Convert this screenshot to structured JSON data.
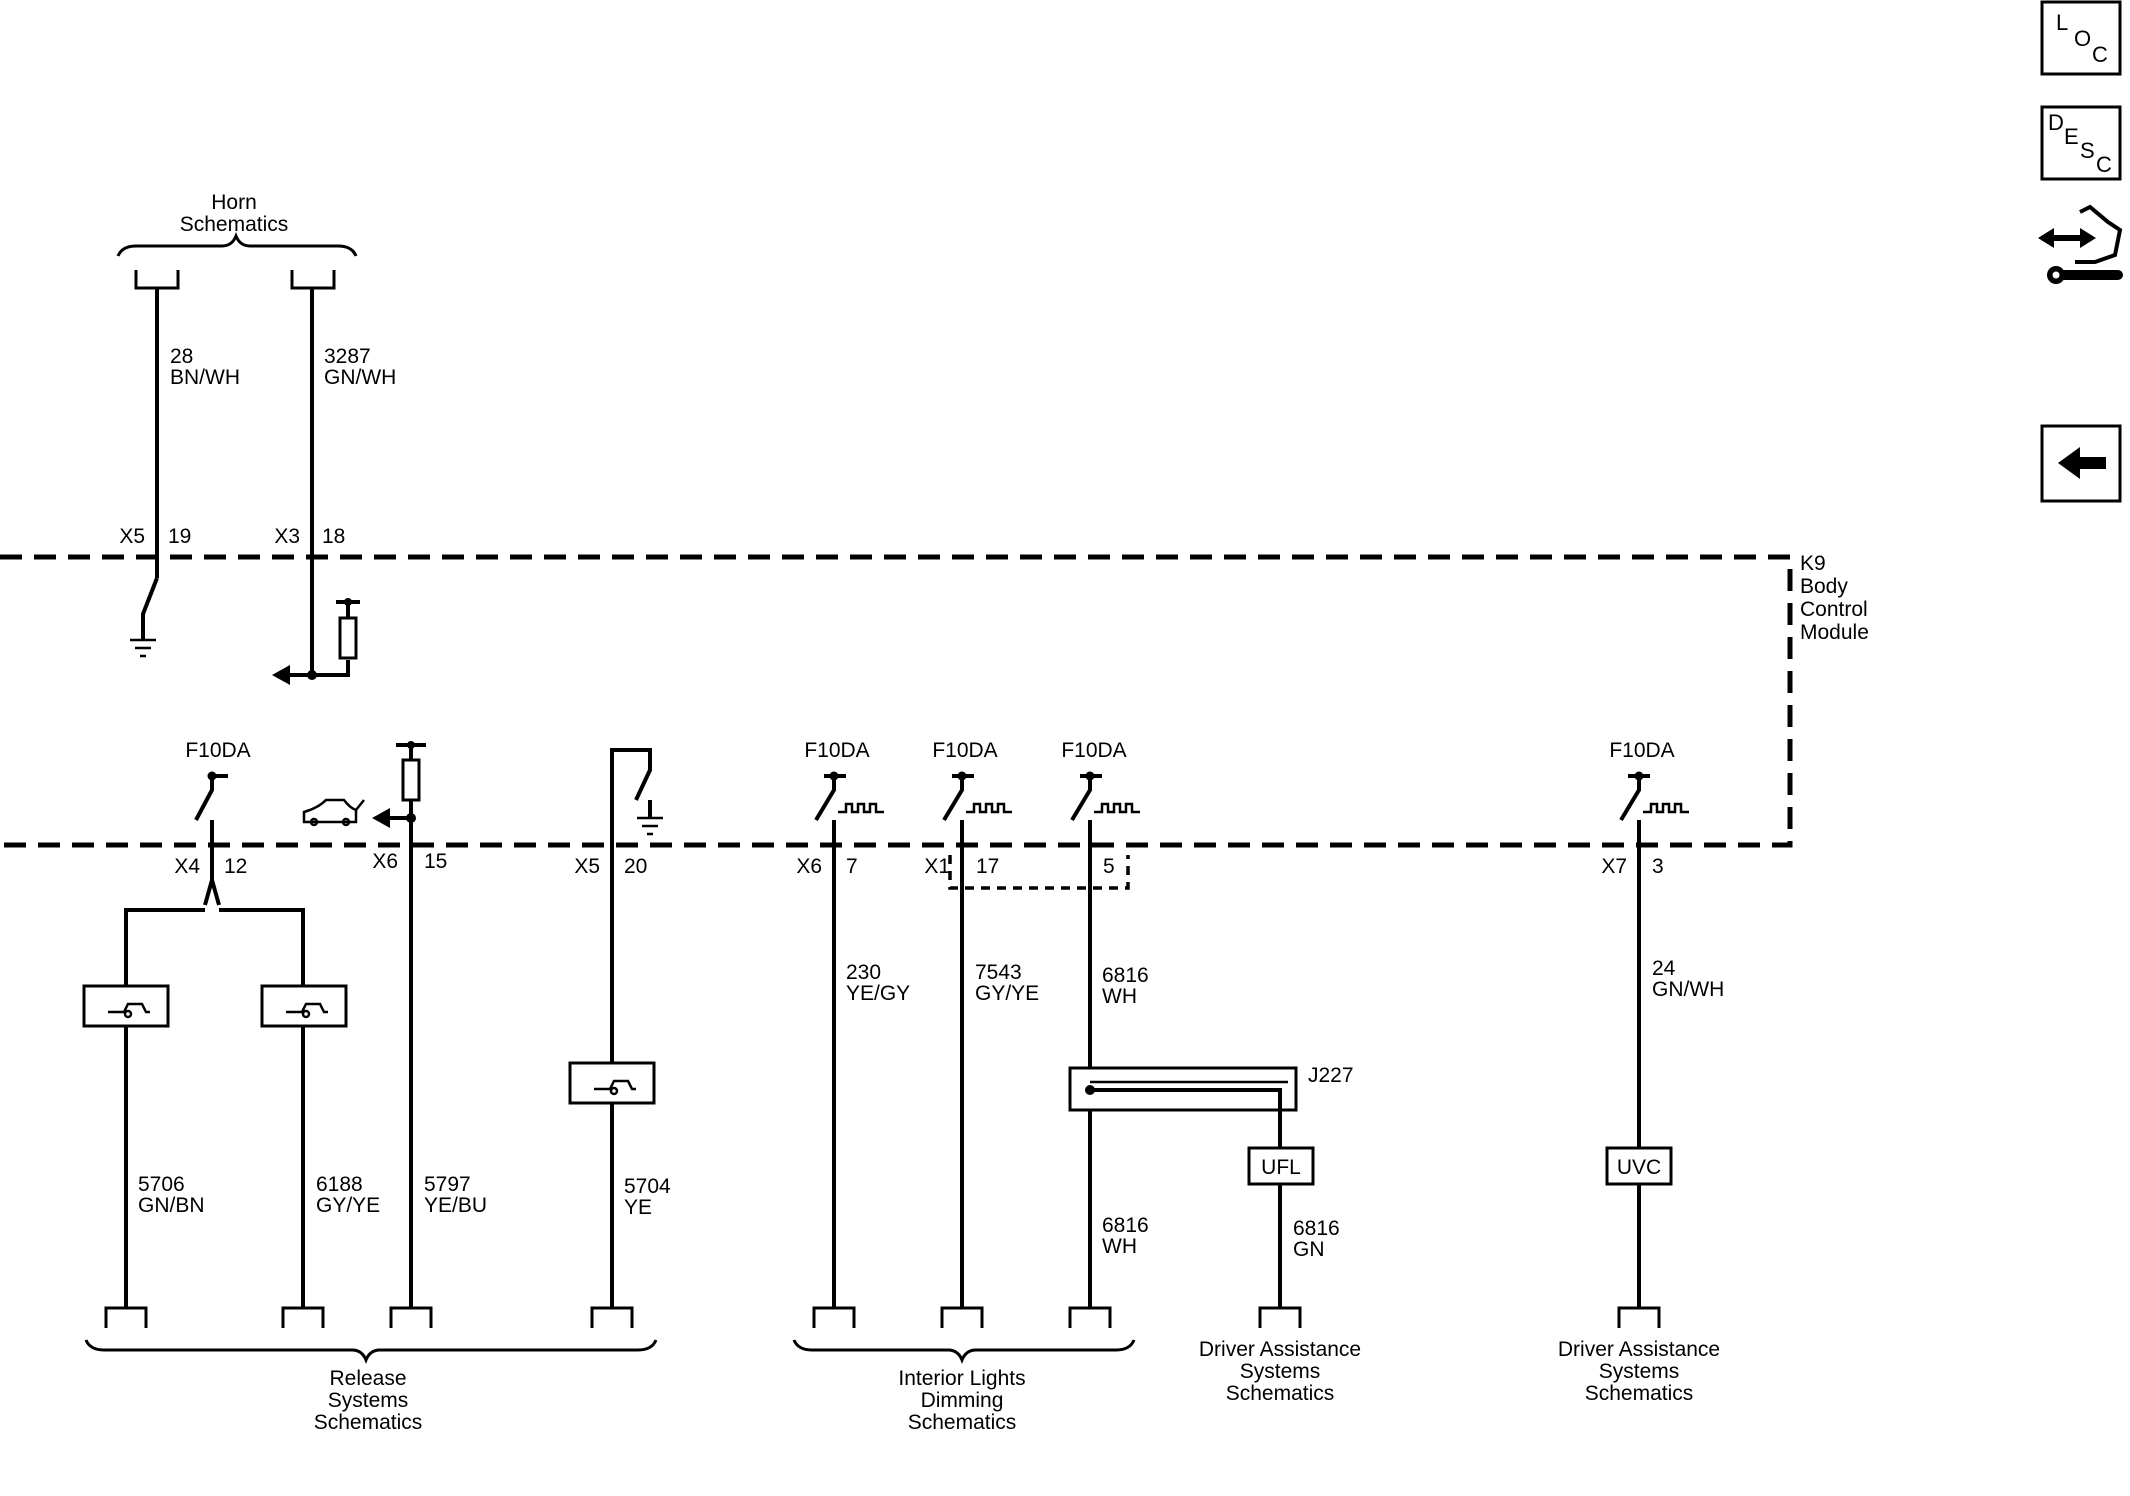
{
  "nav": {
    "loc": {
      "l1": "L",
      "l2": "O",
      "l3": "C"
    },
    "desc": {
      "l1": "D",
      "l2": "E",
      "l3": "S",
      "l4": "C"
    }
  },
  "module": {
    "ref": "K9",
    "name1": "Body",
    "name2": "Control",
    "name3": "Module"
  },
  "horn": {
    "line1": "Horn",
    "line2": "Schematics"
  },
  "release": {
    "line1": "Release",
    "line2": "Systems",
    "line3": "Schematics"
  },
  "dimming": {
    "line1": "Interior Lights",
    "line2": "Dimming",
    "line3": "Schematics"
  },
  "das1": {
    "line1": "Driver Assistance",
    "line2": "Systems",
    "line3": "Schematics"
  },
  "das2": {
    "line1": "Driver Assistance",
    "line2": "Systems",
    "line3": "Schematics"
  },
  "pins": {
    "p1": {
      "conn": "X5",
      "num": "19"
    },
    "p2": {
      "conn": "X3",
      "num": "18"
    },
    "p3": {
      "conn": "X4",
      "num": "12"
    },
    "p4": {
      "conn": "X6",
      "num": "15"
    },
    "p5": {
      "conn": "X5",
      "num": "20"
    },
    "p6": {
      "conn": "X6",
      "num": "7"
    },
    "p7": {
      "conn": "X1",
      "num": "17"
    },
    "p8": {
      "num": "5"
    },
    "p9": {
      "conn": "X7",
      "num": "3"
    }
  },
  "drivers": {
    "d1": "F10DA",
    "d2": "F10DA",
    "d3": "F10DA",
    "d4": "F10DA",
    "d5": "F10DA"
  },
  "wires": {
    "w28": {
      "num": "28",
      "color": "BN/WH"
    },
    "w3287": {
      "num": "3287",
      "color": "GN/WH"
    },
    "w5706": {
      "num": "5706",
      "color": "GN/BN"
    },
    "w6188": {
      "num": "6188",
      "color": "GY/YE"
    },
    "w5797": {
      "num": "5797",
      "color": "YE/BU"
    },
    "w5704": {
      "num": "5704",
      "color": "YE"
    },
    "w230": {
      "num": "230",
      "color": "YE/GY"
    },
    "w7543": {
      "num": "7543",
      "color": "GY/YE"
    },
    "w6816a": {
      "num": "6816",
      "color": "WH"
    },
    "w6816b": {
      "num": "6816",
      "color": "WH"
    },
    "w6816c": {
      "num": "6816",
      "color": "GN"
    },
    "w24": {
      "num": "24",
      "color": "GN/WH"
    }
  },
  "splice": {
    "ref": "J227"
  },
  "options": {
    "ufl": "UFL",
    "uvc": "UVC"
  },
  "icons": [
    "loc-button",
    "desc-button",
    "connector-end-view-icon",
    "back-arrow-icon",
    "ground-icon",
    "resistor-icon",
    "switch-icon",
    "trunk-icon",
    "pwm-icon"
  ]
}
